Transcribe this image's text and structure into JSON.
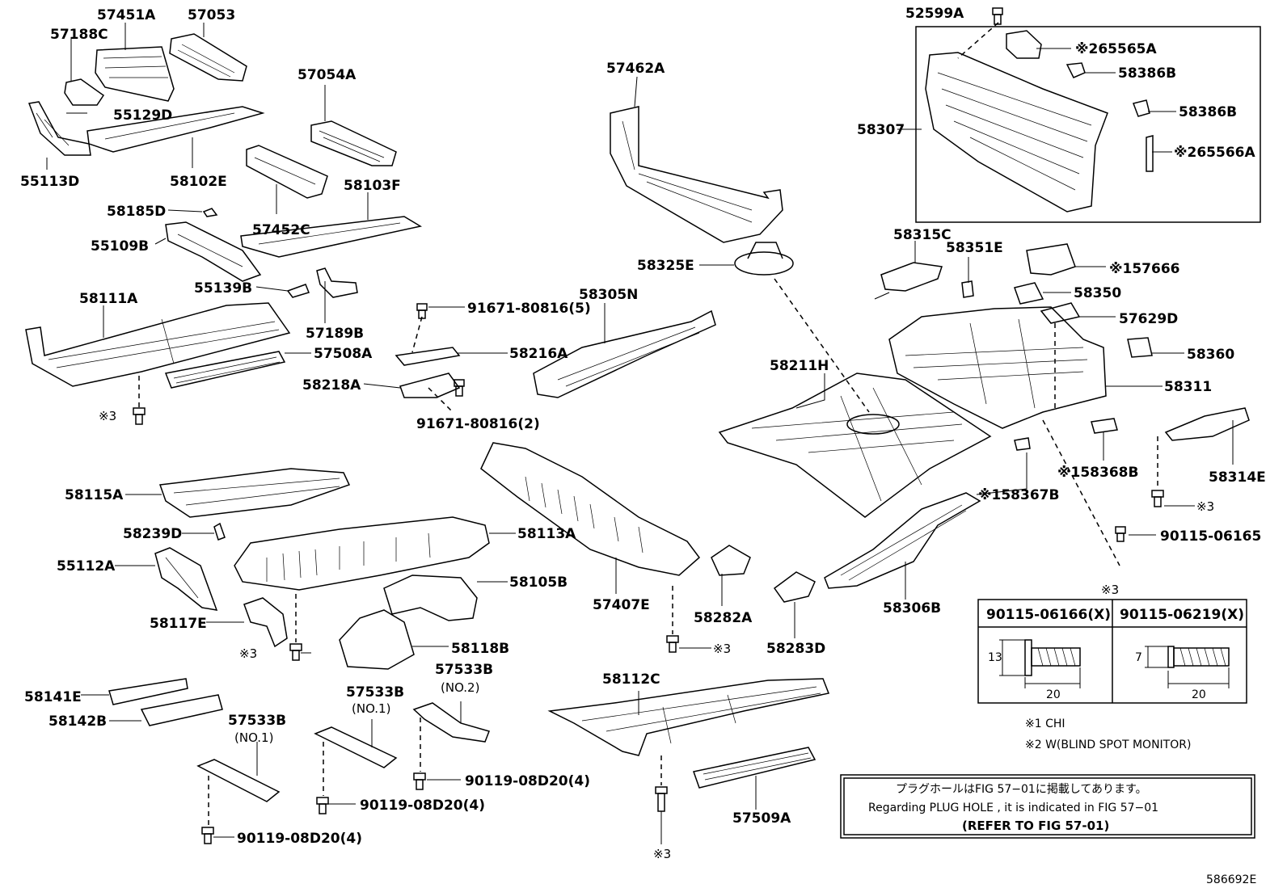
{
  "title": "",
  "part_labels": [
    {
      "id": "57451A"
    },
    {
      "id": "57053"
    },
    {
      "id": "57188C"
    },
    {
      "id": "55129D"
    },
    {
      "id": "55113D"
    },
    {
      "id": "58102E"
    },
    {
      "id": "57054A"
    },
    {
      "id": "58185D"
    },
    {
      "id": "58103F"
    },
    {
      "id": "57452C"
    },
    {
      "id": "55109B"
    },
    {
      "id": "55139B"
    },
    {
      "id": "57189B"
    },
    {
      "id": "58111A"
    },
    {
      "id": "57508A"
    },
    {
      "id": "※3"
    },
    {
      "id": "91671-80816(5)"
    },
    {
      "id": "58216A"
    },
    {
      "id": "58218A"
    },
    {
      "id": "91671-80816(2)"
    },
    {
      "id": "58305N"
    },
    {
      "id": "57462A"
    },
    {
      "id": "58325E"
    },
    {
      "id": "52599A"
    },
    {
      "id": "※265565A"
    },
    {
      "id": "58386B"
    },
    {
      "id": "58386B"
    },
    {
      "id": "58307"
    },
    {
      "id": "※265566A"
    },
    {
      "id": "58315C"
    },
    {
      "id": "58351E"
    },
    {
      "id": "※157666"
    },
    {
      "id": "58350"
    },
    {
      "id": "57629D"
    },
    {
      "id": "58360"
    },
    {
      "id": "58311"
    },
    {
      "id": "58211H"
    },
    {
      "id": "58314E"
    },
    {
      "id": "※158368B"
    },
    {
      "id": "※3"
    },
    {
      "id": "※158367B"
    },
    {
      "id": "90115-06165"
    },
    {
      "id": "58115A"
    },
    {
      "id": "58239D"
    },
    {
      "id": "58113A"
    },
    {
      "id": "55112A"
    },
    {
      "id": "58105B"
    },
    {
      "id": "58117E"
    },
    {
      "id": "57407E"
    },
    {
      "id": "58282A"
    },
    {
      "id": "58306B"
    },
    {
      "id": "※3"
    },
    {
      "id": "58118B"
    },
    {
      "id": "※3"
    },
    {
      "id": "58283D"
    },
    {
      "id": "57533B"
    },
    {
      "id": "(NO.2)"
    },
    {
      "id": "58141E"
    },
    {
      "id": "57533B"
    },
    {
      "id": "(NO.1)"
    },
    {
      "id": "58142B"
    },
    {
      "id": "57533B"
    },
    {
      "id": "(NO.1)"
    },
    {
      "id": "58112C"
    },
    {
      "id": "90119-08D20(4)"
    },
    {
      "id": "90119-08D20(4)"
    },
    {
      "id": "90119-08D20(4)"
    },
    {
      "id": "57509A"
    },
    {
      "id": "※3"
    }
  ],
  "screw_table": {
    "title": "※3",
    "columns": [
      {
        "part": "90115-06166(X)",
        "height": "13",
        "length": "20"
      },
      {
        "part": "90115-06219(X)",
        "height": "7",
        "length": "20"
      }
    ]
  },
  "notes": [
    "※1 CHI",
    "※2 W(BLIND SPOT MONITOR)"
  ],
  "reference_box": {
    "line1": "プラグホールはFIG 57−01に掲載してあります。",
    "line2": "Regarding  PLUG  HOLE , it is indicated in FIG  57−01",
    "line3": "(REFER TO FIG 57-01)"
  },
  "diagram_id": "586692E"
}
